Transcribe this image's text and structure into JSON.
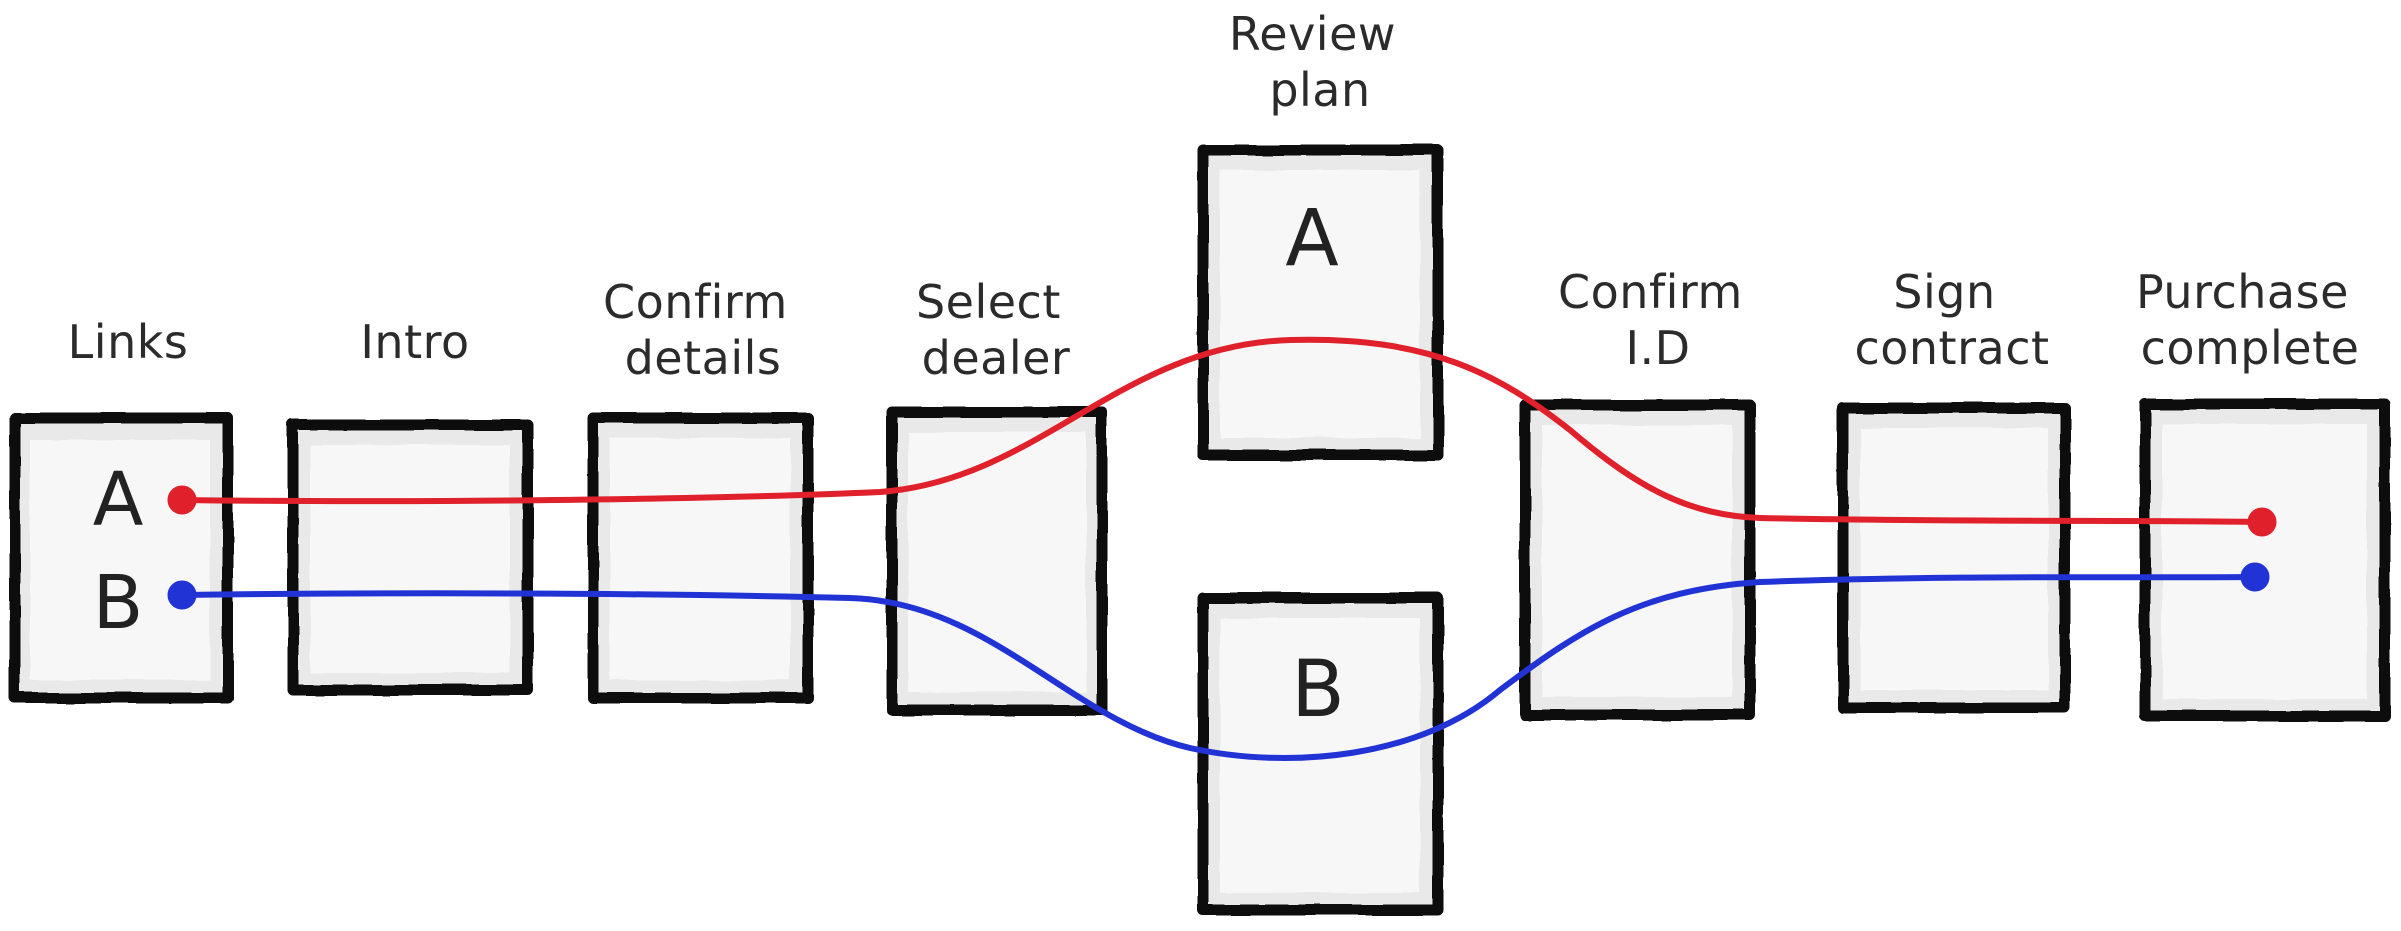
{
  "stages": [
    {
      "id": "links",
      "label_lines": [
        "Links"
      ]
    },
    {
      "id": "intro",
      "label_lines": [
        "Intro"
      ]
    },
    {
      "id": "confirm-details",
      "label_lines": [
        "Confirm",
        "details"
      ]
    },
    {
      "id": "select-dealer",
      "label_lines": [
        "Select",
        "dealer"
      ]
    },
    {
      "id": "review-plan",
      "label_lines": [
        "Review",
        "plan"
      ]
    },
    {
      "id": "confirm-id",
      "label_lines": [
        "Confirm",
        "I.D"
      ]
    },
    {
      "id": "sign-contract",
      "label_lines": [
        "Sign",
        "contract"
      ]
    },
    {
      "id": "purchase-complete",
      "label_lines": [
        "Purchase",
        "complete"
      ]
    }
  ],
  "review_plan_options": [
    "A",
    "B"
  ],
  "links_options": [
    "A",
    "B"
  ],
  "paths": [
    {
      "name": "A",
      "color": "#e0202a"
    },
    {
      "name": "B",
      "color": "#2233d6"
    }
  ]
}
